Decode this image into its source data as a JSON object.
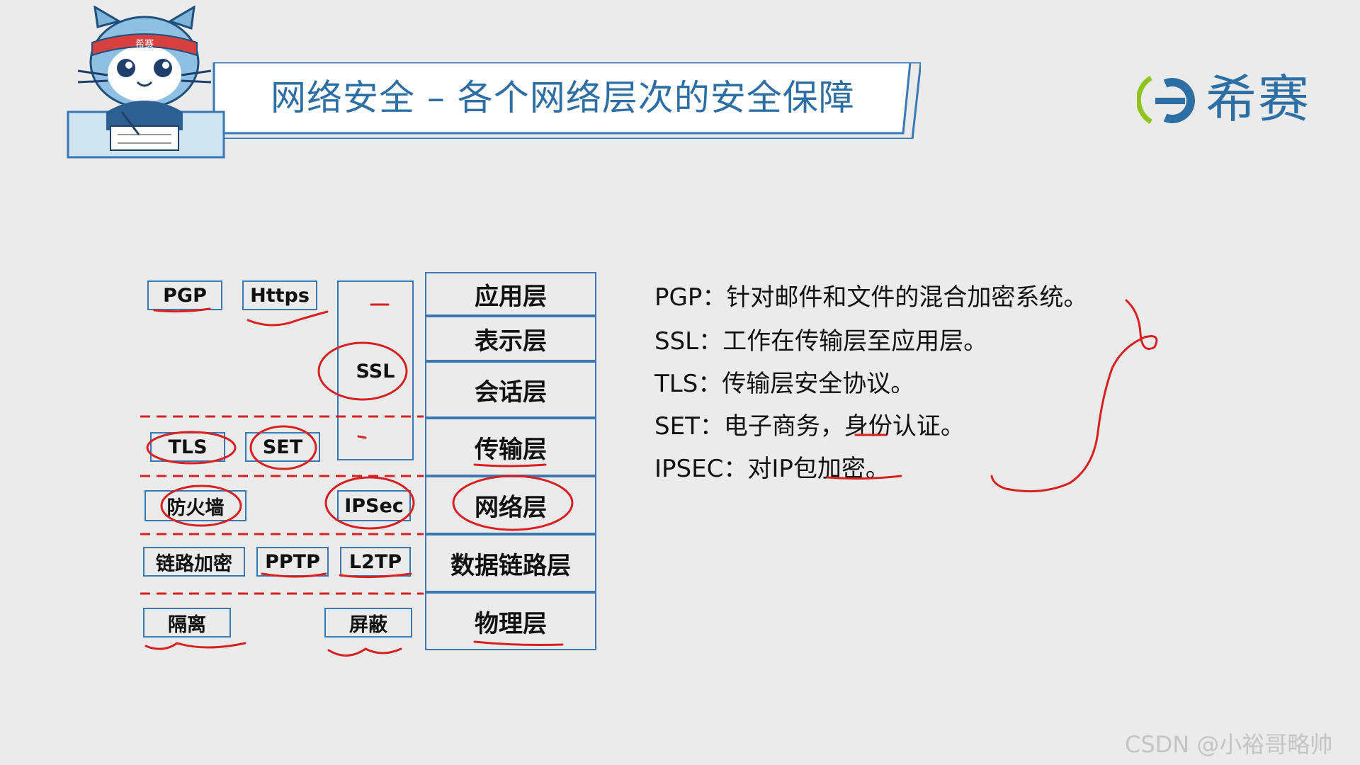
{
  "header": {
    "title": "网络安全 – 各个网络层次的安全保障",
    "brand": "希赛",
    "mascot_badge": "希赛"
  },
  "layers": [
    {
      "name": "应用层"
    },
    {
      "name": "表示层"
    },
    {
      "name": "会话层"
    },
    {
      "name": "传输层"
    },
    {
      "name": "网络层"
    },
    {
      "name": "数据链路层"
    },
    {
      "name": "物理层"
    }
  ],
  "protocols": {
    "pgp": "PGP",
    "https": "Https",
    "ssl": "SSL",
    "tls": "TLS",
    "set": "SET",
    "firewall": "防火墙",
    "ipsec": "IPSec",
    "link_encryption": "链路加密",
    "pptp": "PPTP",
    "l2tp": "L2TP",
    "isolation": "隔离",
    "shielding": "屏蔽"
  },
  "notes": [
    "PGP：针对邮件和文件的混合加密系统。",
    "SSL：工作在传输层至应用层。",
    "TLS：传输层安全协议。",
    "SET：电子商务，身份认证。",
    "IPSEC：对IP包加密。"
  ],
  "watermark": "CSDN @小裕哥略帅",
  "colors": {
    "background": "#ebebeb",
    "box_border": "#3a78b5",
    "title_text": "#2d6fa5",
    "annotation_red": "#d92020",
    "logo_green": "#8fc31f"
  },
  "icons": [
    "mascot-cat-icon",
    "xisai-logo-icon"
  ]
}
